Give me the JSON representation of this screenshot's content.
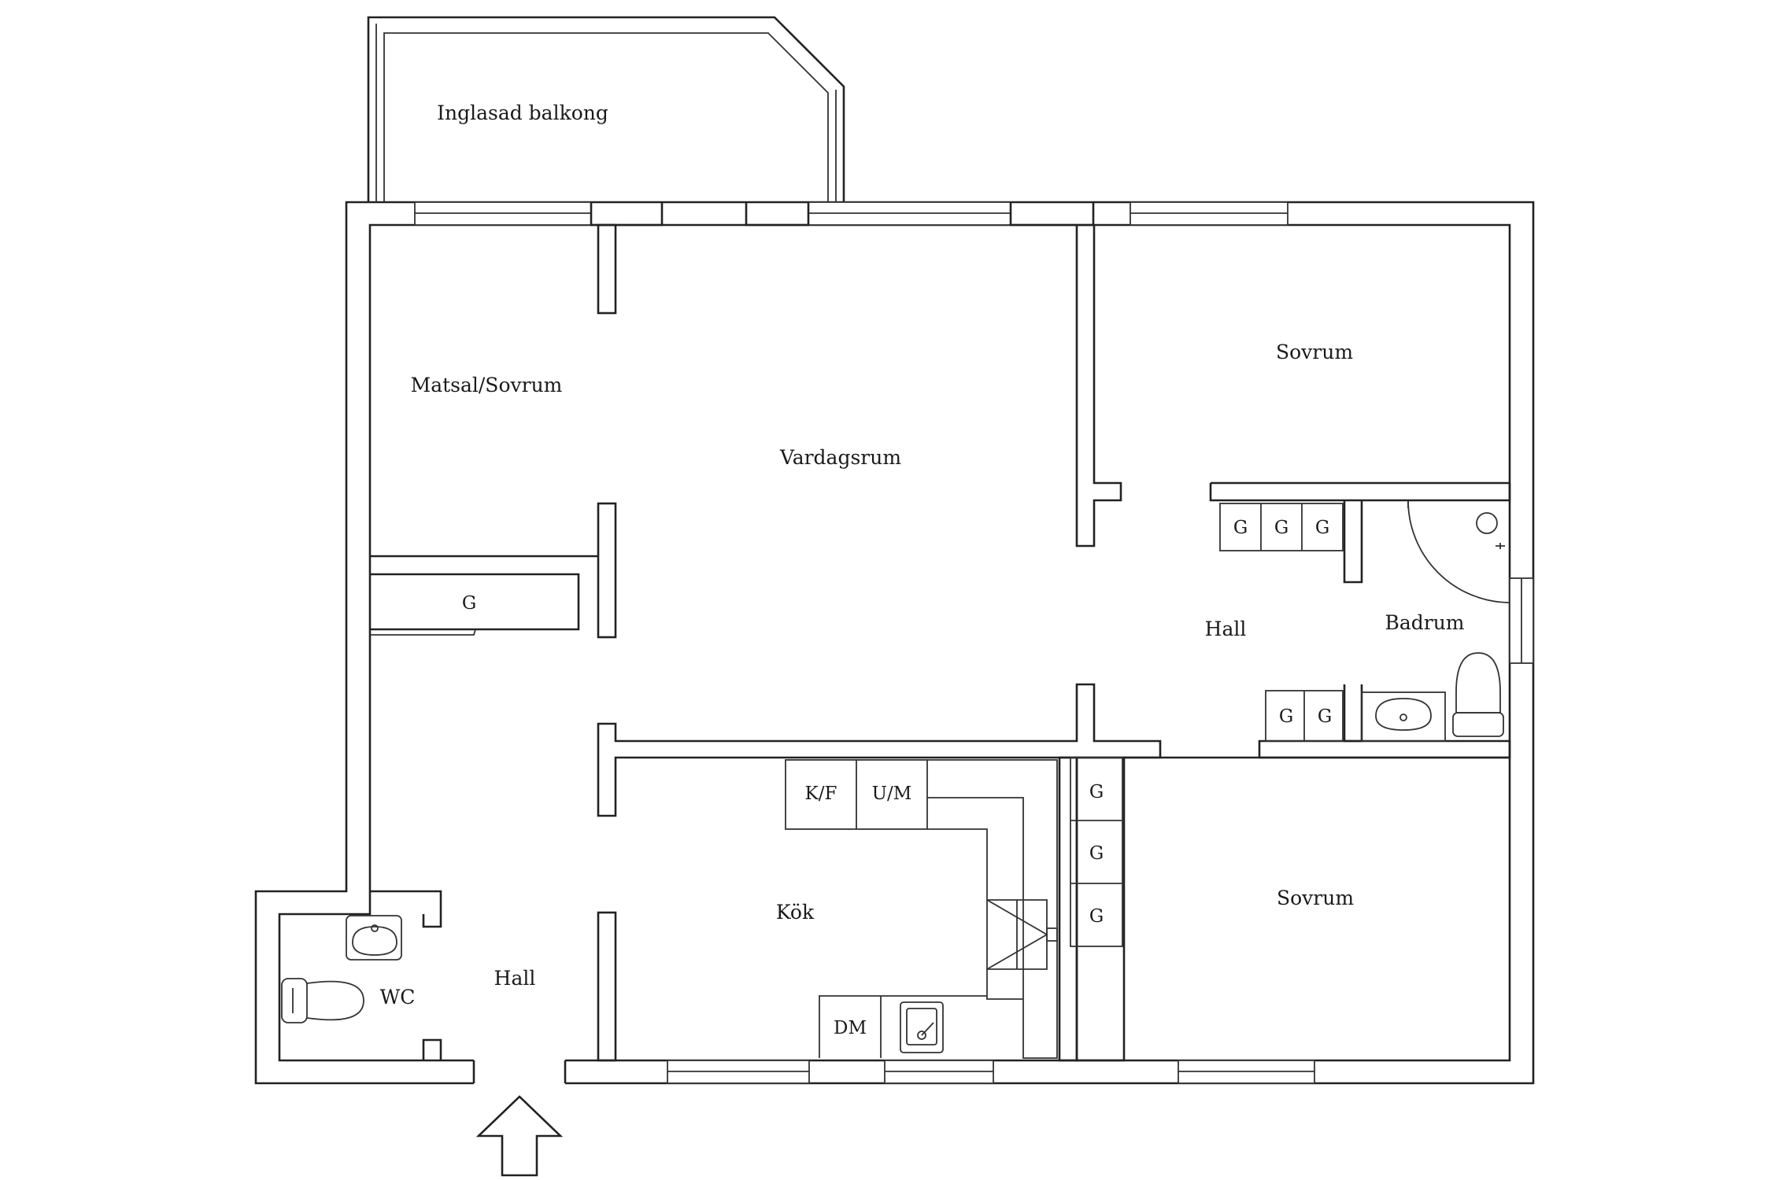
{
  "rooms": {
    "balcony": "Inglasad balkong",
    "dining": "Matsal/Sovrum",
    "living": "Vardagsrum",
    "bedroom_top": "Sovrum",
    "hall_right": "Hall",
    "bathroom": "Badrum",
    "kitchen": "Kök",
    "bedroom_bottom": "Sovrum",
    "hall_left": "Hall",
    "wc": "WC"
  },
  "fixtures": {
    "wardrobe": "G",
    "fridge_freezer": "K/F",
    "oven_microwave": "U/M",
    "dishwasher": "DM"
  }
}
